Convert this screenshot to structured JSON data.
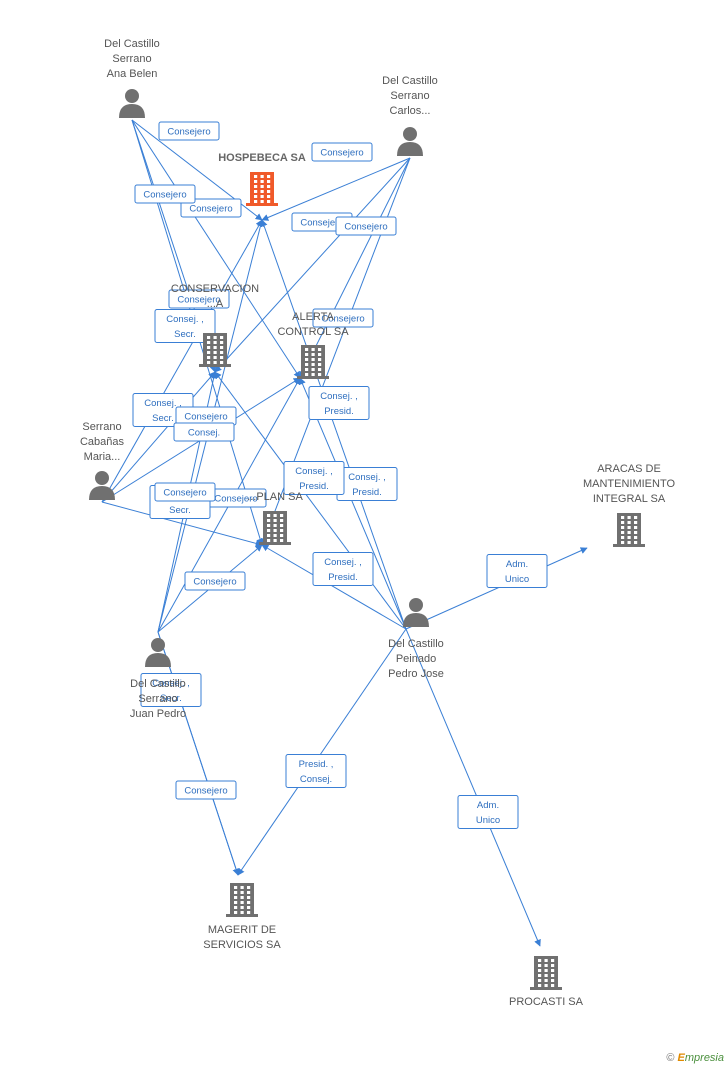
{
  "colors": {
    "edge": "#3a7fd5",
    "company": "#707070",
    "company_main": "#f05a2a",
    "person": "#707070"
  },
  "nodes": [
    {
      "id": "ana",
      "kind": "person",
      "icon": "person-icon",
      "label": [
        "Del Castillo",
        "Serrano",
        "Ana Belen"
      ]
    },
    {
      "id": "carlos",
      "kind": "person",
      "icon": "person-icon",
      "label": [
        "Del Castillo",
        "Serrano",
        "Carlos..."
      ]
    },
    {
      "id": "hospebeca",
      "kind": "company",
      "main": true,
      "icon": "building-icon",
      "label": [
        "HOSPEBECA SA"
      ]
    },
    {
      "id": "conservacion",
      "kind": "company",
      "icon": "building-icon",
      "label": [
        "CONSERVACION",
        "...A"
      ]
    },
    {
      "id": "alerta",
      "kind": "company",
      "icon": "building-icon",
      "label": [
        "ALERTA",
        "CONTROL SA"
      ]
    },
    {
      "id": "maria",
      "kind": "person",
      "icon": "person-icon",
      "label": [
        "Serrano",
        "Cabañas",
        "Maria..."
      ]
    },
    {
      "id": "plan",
      "kind": "company",
      "icon": "building-icon",
      "label": [
        "...PLAN SA"
      ]
    },
    {
      "id": "aracas",
      "kind": "company",
      "icon": "building-icon",
      "label": [
        "ARACAS DE",
        "MANTENIMIENTO",
        "INTEGRAL SA"
      ]
    },
    {
      "id": "pedro",
      "kind": "person",
      "icon": "person-icon",
      "label": [
        "Del Castillo",
        "Peinado",
        "Pedro Jose"
      ]
    },
    {
      "id": "juan",
      "kind": "person",
      "icon": "person-icon",
      "label": [
        "Del Castillo",
        "Serrano",
        "Juan Pedro"
      ]
    },
    {
      "id": "magerit",
      "kind": "company",
      "icon": "building-icon",
      "label": [
        "MAGERIT DE",
        "SERVICIOS SA"
      ]
    },
    {
      "id": "procasti",
      "kind": "company",
      "icon": "building-icon",
      "label": [
        "PROCASTI SA"
      ]
    }
  ],
  "edges": [
    {
      "from": "ana",
      "to": "hospebeca",
      "label": [
        "Consejero"
      ]
    },
    {
      "from": "ana",
      "to": "conservacion",
      "label": [
        "Consejero"
      ]
    },
    {
      "from": "ana",
      "to": "alerta",
      "label": [
        "Consejero"
      ]
    },
    {
      "from": "ana",
      "to": "plan",
      "label": [
        "Consejero"
      ]
    },
    {
      "from": "carlos",
      "to": "hospebeca",
      "label": [
        "Consejero"
      ]
    },
    {
      "from": "carlos",
      "to": "conservacion",
      "label": [
        "Consejero"
      ]
    },
    {
      "from": "carlos",
      "to": "alerta",
      "label": [
        "Consejero"
      ]
    },
    {
      "from": "carlos",
      "to": "plan",
      "label": [
        "Consejero"
      ]
    },
    {
      "from": "maria",
      "to": "hospebeca",
      "label": [
        "Consej. ,",
        "Secr."
      ]
    },
    {
      "from": "maria",
      "to": "conservacion",
      "label": [
        "Consej. ,",
        "Secr."
      ]
    },
    {
      "from": "maria",
      "to": "alerta",
      "label": [
        "Consejero"
      ]
    },
    {
      "from": "maria",
      "to": "plan",
      "label": [
        "Consej. ,",
        "Secr."
      ]
    },
    {
      "from": "juan",
      "to": "hospebeca",
      "label": [
        "Consejero"
      ]
    },
    {
      "from": "juan",
      "to": "conservacion",
      "label": [
        "Consej."
      ]
    },
    {
      "from": "juan",
      "to": "alerta",
      "label": [
        "Consejero"
      ]
    },
    {
      "from": "juan",
      "to": "plan",
      "label": [
        "Consejero"
      ]
    },
    {
      "from": "juan",
      "to": "magerit",
      "label": [
        "Consejero"
      ]
    },
    {
      "from": "pedro",
      "to": "hospebeca",
      "label": [
        "Consej. ,",
        "Presid."
      ]
    },
    {
      "from": "pedro",
      "to": "conservacion",
      "label": [
        "Consej. ,",
        "Presid."
      ]
    },
    {
      "from": "pedro",
      "to": "alerta",
      "label": [
        "Consej. ,",
        "Presid."
      ]
    },
    {
      "from": "pedro",
      "to": "plan",
      "label": [
        "Consej. ,",
        "Presid."
      ]
    },
    {
      "from": "pedro",
      "to": "aracas",
      "label": [
        "Adm.",
        "Unico"
      ]
    },
    {
      "from": "pedro",
      "to": "magerit",
      "label": [
        "Presid. ,",
        "Consej."
      ]
    },
    {
      "from": "pedro",
      "to": "procasti",
      "label": [
        "Adm.",
        "Unico"
      ]
    },
    {
      "from": "juan",
      "to": "magerit",
      "label": [
        "Consej. ,",
        "Secr."
      ]
    }
  ],
  "brand": {
    "copyright": "©",
    "first": "E",
    "rest": "mpresia"
  }
}
